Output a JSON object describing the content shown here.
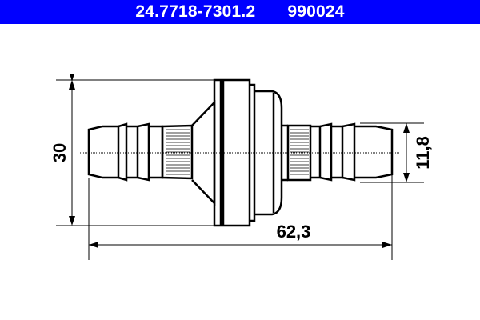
{
  "header": {
    "part_number": "24.7718-7301.2",
    "ref_number": "990024",
    "background_color": "#0000ff",
    "text_color": "#ffffff"
  },
  "drawing": {
    "subject": "inline-check-valve-hose-connector",
    "dimensions": {
      "overall_height": "30",
      "overall_length": "62,3",
      "hose_outer_diameter": "11,8"
    }
  }
}
